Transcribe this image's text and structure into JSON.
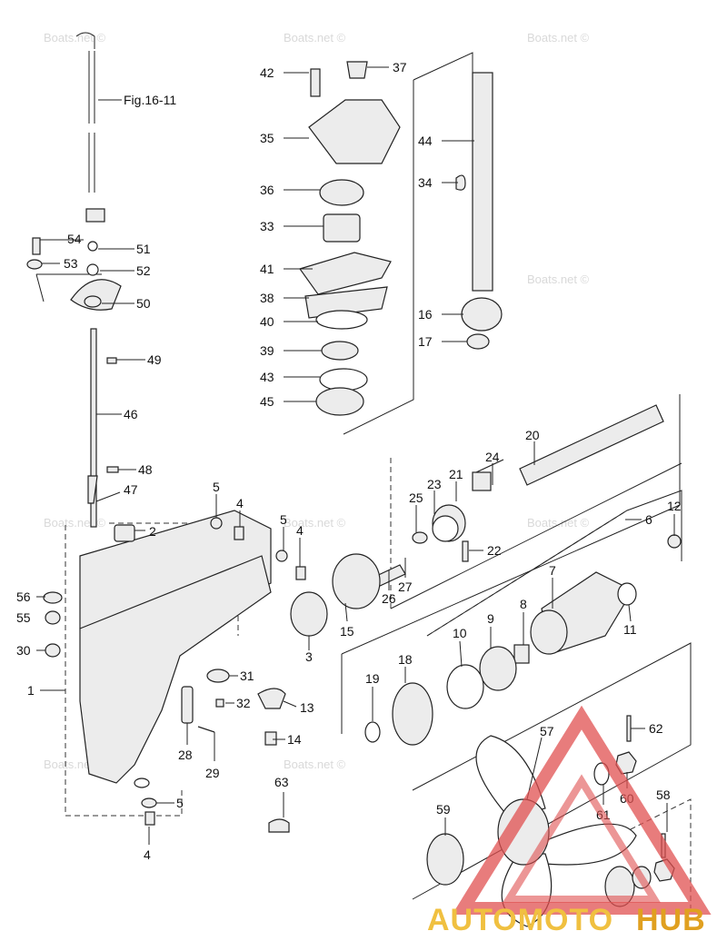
{
  "watermark_text": "Boats.net ©",
  "brand": {
    "part1": "AUTOMOTO",
    "part2": "HUB"
  },
  "callouts": [
    {
      "id": "ref",
      "label": "Fig.16-11"
    },
    {
      "id": "c42",
      "label": "42"
    },
    {
      "id": "c37",
      "label": "37"
    },
    {
      "id": "c35",
      "label": "35"
    },
    {
      "id": "c44",
      "label": "44"
    },
    {
      "id": "c36",
      "label": "36"
    },
    {
      "id": "c34",
      "label": "34"
    },
    {
      "id": "c33",
      "label": "33"
    },
    {
      "id": "c54",
      "label": "54"
    },
    {
      "id": "c51",
      "label": "51"
    },
    {
      "id": "c53",
      "label": "53"
    },
    {
      "id": "c52",
      "label": "52"
    },
    {
      "id": "c41",
      "label": "41"
    },
    {
      "id": "c38",
      "label": "38"
    },
    {
      "id": "c50",
      "label": "50"
    },
    {
      "id": "c16",
      "label": "16"
    },
    {
      "id": "c40",
      "label": "40"
    },
    {
      "id": "c39",
      "label": "39"
    },
    {
      "id": "c17",
      "label": "17"
    },
    {
      "id": "c49",
      "label": "49"
    },
    {
      "id": "c43",
      "label": "43"
    },
    {
      "id": "c45",
      "label": "45"
    },
    {
      "id": "c46",
      "label": "46"
    },
    {
      "id": "c20",
      "label": "20"
    },
    {
      "id": "c24",
      "label": "24"
    },
    {
      "id": "c48",
      "label": "48"
    },
    {
      "id": "c21",
      "label": "21"
    },
    {
      "id": "c23",
      "label": "23"
    },
    {
      "id": "c47",
      "label": "47"
    },
    {
      "id": "c25",
      "label": "25"
    },
    {
      "id": "c5a",
      "label": "5"
    },
    {
      "id": "c4a",
      "label": "4"
    },
    {
      "id": "c12",
      "label": "12"
    },
    {
      "id": "c2",
      "label": "2"
    },
    {
      "id": "c5b",
      "label": "5"
    },
    {
      "id": "c4b",
      "label": "4"
    },
    {
      "id": "c6",
      "label": "6"
    },
    {
      "id": "c22",
      "label": "22"
    },
    {
      "id": "c7",
      "label": "7"
    },
    {
      "id": "c27",
      "label": "27"
    },
    {
      "id": "c56",
      "label": "56"
    },
    {
      "id": "c26",
      "label": "26"
    },
    {
      "id": "c55",
      "label": "55"
    },
    {
      "id": "c15",
      "label": "15"
    },
    {
      "id": "c8",
      "label": "8"
    },
    {
      "id": "c9",
      "label": "9"
    },
    {
      "id": "c11",
      "label": "11"
    },
    {
      "id": "c10",
      "label": "10"
    },
    {
      "id": "c30",
      "label": "30"
    },
    {
      "id": "c3",
      "label": "3"
    },
    {
      "id": "c18",
      "label": "18"
    },
    {
      "id": "c31",
      "label": "31"
    },
    {
      "id": "c1",
      "label": "1"
    },
    {
      "id": "c19",
      "label": "19"
    },
    {
      "id": "c32",
      "label": "32"
    },
    {
      "id": "c13",
      "label": "13"
    },
    {
      "id": "c57",
      "label": "57"
    },
    {
      "id": "c62",
      "label": "62"
    },
    {
      "id": "c28",
      "label": "28"
    },
    {
      "id": "c14",
      "label": "14"
    },
    {
      "id": "c29",
      "label": "29"
    },
    {
      "id": "c60",
      "label": "60"
    },
    {
      "id": "c61",
      "label": "61"
    },
    {
      "id": "c63",
      "label": "63"
    },
    {
      "id": "c5c",
      "label": "5"
    },
    {
      "id": "c58",
      "label": "58"
    },
    {
      "id": "c59",
      "label": "59"
    },
    {
      "id": "c4c",
      "label": "4"
    }
  ]
}
